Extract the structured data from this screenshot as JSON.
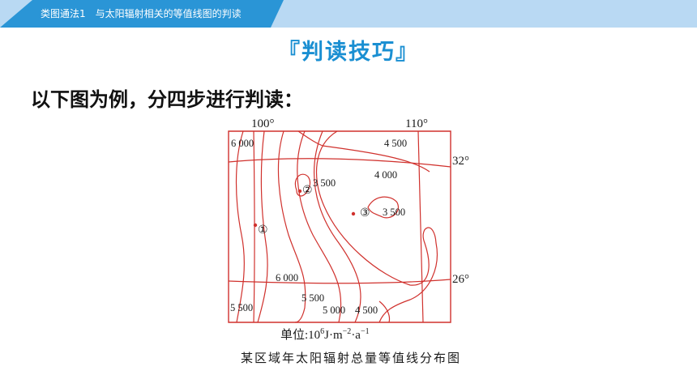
{
  "header": {
    "title": "类图通法1　与太阳辐射相关的等值线图的判读"
  },
  "section": {
    "title": "『判读技巧』"
  },
  "body": {
    "intro": "以下图为例，分四步进行判读："
  },
  "map": {
    "longitudes": [
      "100°",
      "110°"
    ],
    "latitudes": [
      "32°",
      "26°"
    ],
    "contour_labels": [
      "6 000",
      "4 500",
      "3 500",
      "4 000",
      "3 500",
      "6 000",
      "5 500",
      "5 500",
      "5 000",
      "4 500"
    ],
    "points": [
      "①",
      "②",
      "③"
    ],
    "unit_text": "单位:10",
    "unit_exp": "6",
    "unit_rest": "J·m",
    "unit_exp2": "−2",
    "unit_a": "·a",
    "unit_exp3": "−1",
    "caption": "某区域年太阳辐射总量等值线分布图",
    "colors": {
      "contour": "#d0312d",
      "grid": "#d0312d",
      "point": "#d0312d"
    }
  }
}
